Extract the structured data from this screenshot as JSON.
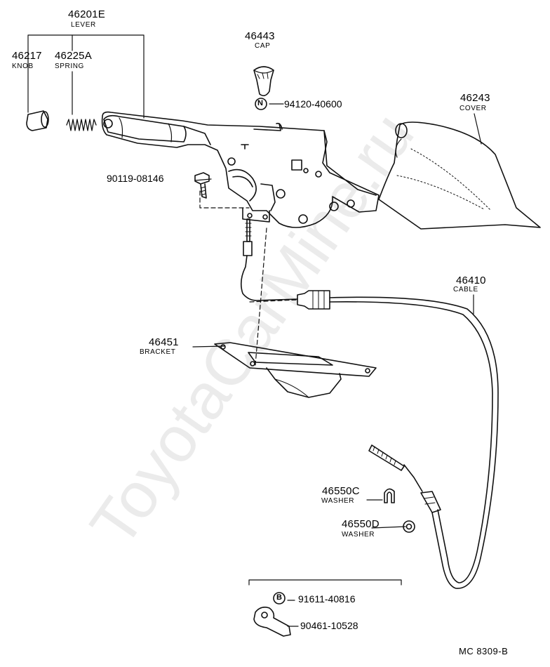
{
  "diagram": {
    "code": "MC  8309-B",
    "watermark": "ToyotaCarMine.ru"
  },
  "parts": {
    "lever": {
      "number": "46201E",
      "name": "LEVER"
    },
    "knob": {
      "number": "46217",
      "name": "KNOB"
    },
    "spring": {
      "number": "46225A",
      "name": "SPRING"
    },
    "cap": {
      "number": "46443",
      "name": "CAP"
    },
    "cap_screw": {
      "marker": "N",
      "number": "94120-40600"
    },
    "cover": {
      "number": "46243",
      "name": "COVER"
    },
    "bolt": {
      "number": "90119-08146"
    },
    "cable": {
      "number": "46410",
      "name": "CABLE"
    },
    "bracket": {
      "number": "46451",
      "name": "BRACKET"
    },
    "washer_c": {
      "number": "46550C",
      "name": "WASHER"
    },
    "washer_d": {
      "number": "46550D",
      "name": "WASHER"
    },
    "clamp_bolt": {
      "marker": "B",
      "number": "91611-40816"
    },
    "clamp": {
      "number": "90461-10528"
    }
  }
}
